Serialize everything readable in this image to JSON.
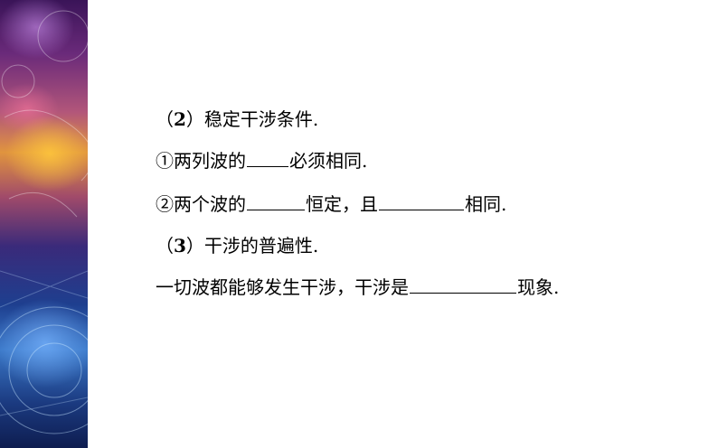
{
  "slide": {
    "lines": [
      {
        "prefix": "（",
        "num": "2",
        "after": "）稳定干涉条件."
      },
      {
        "text1": "①两列波的",
        "text2": "必须相同."
      },
      {
        "text1": "②两个波的",
        "text2": "恒定，且",
        "text3": "相同."
      },
      {
        "prefix": "（",
        "num": "3",
        "after": "）干涉的普遍性."
      },
      {
        "text1": "一切波都能够发生干涉，干涉是",
        "text2": "现象."
      }
    ]
  }
}
